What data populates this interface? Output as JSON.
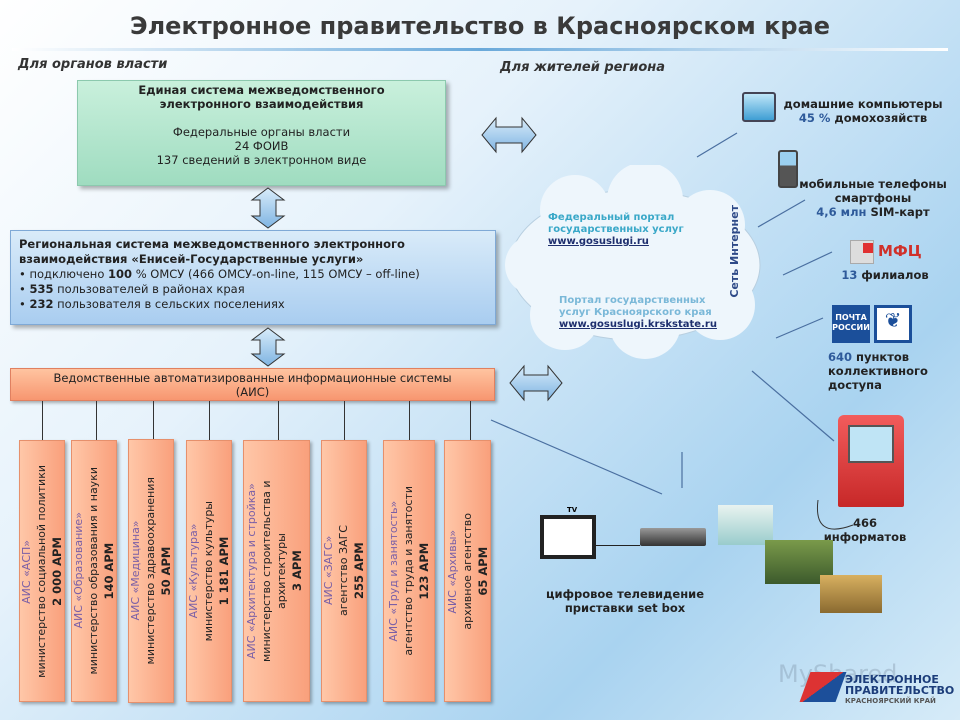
{
  "title": "Электронное правительство в Красноярском крае",
  "sections": {
    "authorities": "Для органов власти",
    "residents": "Для жителей региона"
  },
  "smev": {
    "title1": "Единая система межведомственного",
    "title2": "электронного взаимодействия",
    "line1": "Федеральные органы власти",
    "line2": "24 ФОИВ",
    "line3": "137 сведений в электронном виде"
  },
  "regional": {
    "title1": "Региональная система межведомственного электронного",
    "title2": "взаимодействия «Енисей-Государственные услуги»",
    "b1_pre": "подключено ",
    "b1_num": "100",
    "b1_post": " % ОМСУ (466 ОМСУ-on-line, 115 ОМСУ – off-line)",
    "b2_num": "535",
    "b2_post": " пользователей в районах края",
    "b3_num": "232",
    "b3_post": " пользователя в сельских поселениях"
  },
  "ais_bar": {
    "line1": "Ведомственные автоматизированные информационные системы",
    "line2": "(АИС)"
  },
  "ais": [
    {
      "name": "АИС «АСП»",
      "org": "министерство социальной политики",
      "arm": "2 000 АРМ"
    },
    {
      "name": "АИС «Образование»",
      "org": "министерство образования и науки",
      "arm": "140 АРМ"
    },
    {
      "name": "АИС «Медицина»",
      "org": "министерство здравоохранения",
      "arm": "50 АРМ"
    },
    {
      "name": "АИС «Культура»",
      "org": "министерство культуры",
      "arm": "1 181 АРМ"
    },
    {
      "name": "АИС «Архитектура и стройка»",
      "org": "министерство строительства и архитектуры",
      "arm": "3 АРМ"
    },
    {
      "name": "АИС «ЗАГС»",
      "org": "агентство ЗАГС",
      "arm": "255 АРМ"
    },
    {
      "name": "АИС «Труд и занятость»",
      "org": "агентство труда и занятости",
      "arm": "123 АРМ"
    },
    {
      "name": "АИС «Архивы»",
      "org": "архивное агентство",
      "arm": "65 АРМ"
    }
  ],
  "cloud": {
    "label": "Сеть Интернет",
    "fed1": "Федеральный портал",
    "fed2": "государственных услуг",
    "fed_url": "www.gosuslugi.ru",
    "reg1": "Портал государственных",
    "reg2": "услуг Красноярского края",
    "reg_url": "www.gosuslugi.krskstate.ru"
  },
  "channels": {
    "pc": {
      "l1": "домашние компьютеры",
      "num": "45 %",
      "l2": " домохозяйств"
    },
    "mobile": {
      "l1": "мобильные телефоны",
      "l2": "смартфоны",
      "num": "4,6 млн",
      "l3": " SIM-карт"
    },
    "mfc": {
      "logo": "МФЦ",
      "num": "13",
      "l1": " филиалов"
    },
    "post": {
      "logo": "ПОЧТА РОССИИ",
      "num": "640",
      "l1": " пунктов",
      "l2": "коллективного",
      "l3": "доступа"
    },
    "kiosk": {
      "l1": "466 информатов"
    },
    "tv": {
      "tv_label": "TV",
      "l1": "цифровое телевидение",
      "l2": "приставки set box"
    }
  },
  "logo": {
    "l1": "ЭЛЕКТРОННОЕ",
    "l2": "ПРАВИТЕЛЬСТВО",
    "l3": "КРАСНОЯРСКИЙ КРАЙ"
  },
  "watermark": "MyShared"
}
